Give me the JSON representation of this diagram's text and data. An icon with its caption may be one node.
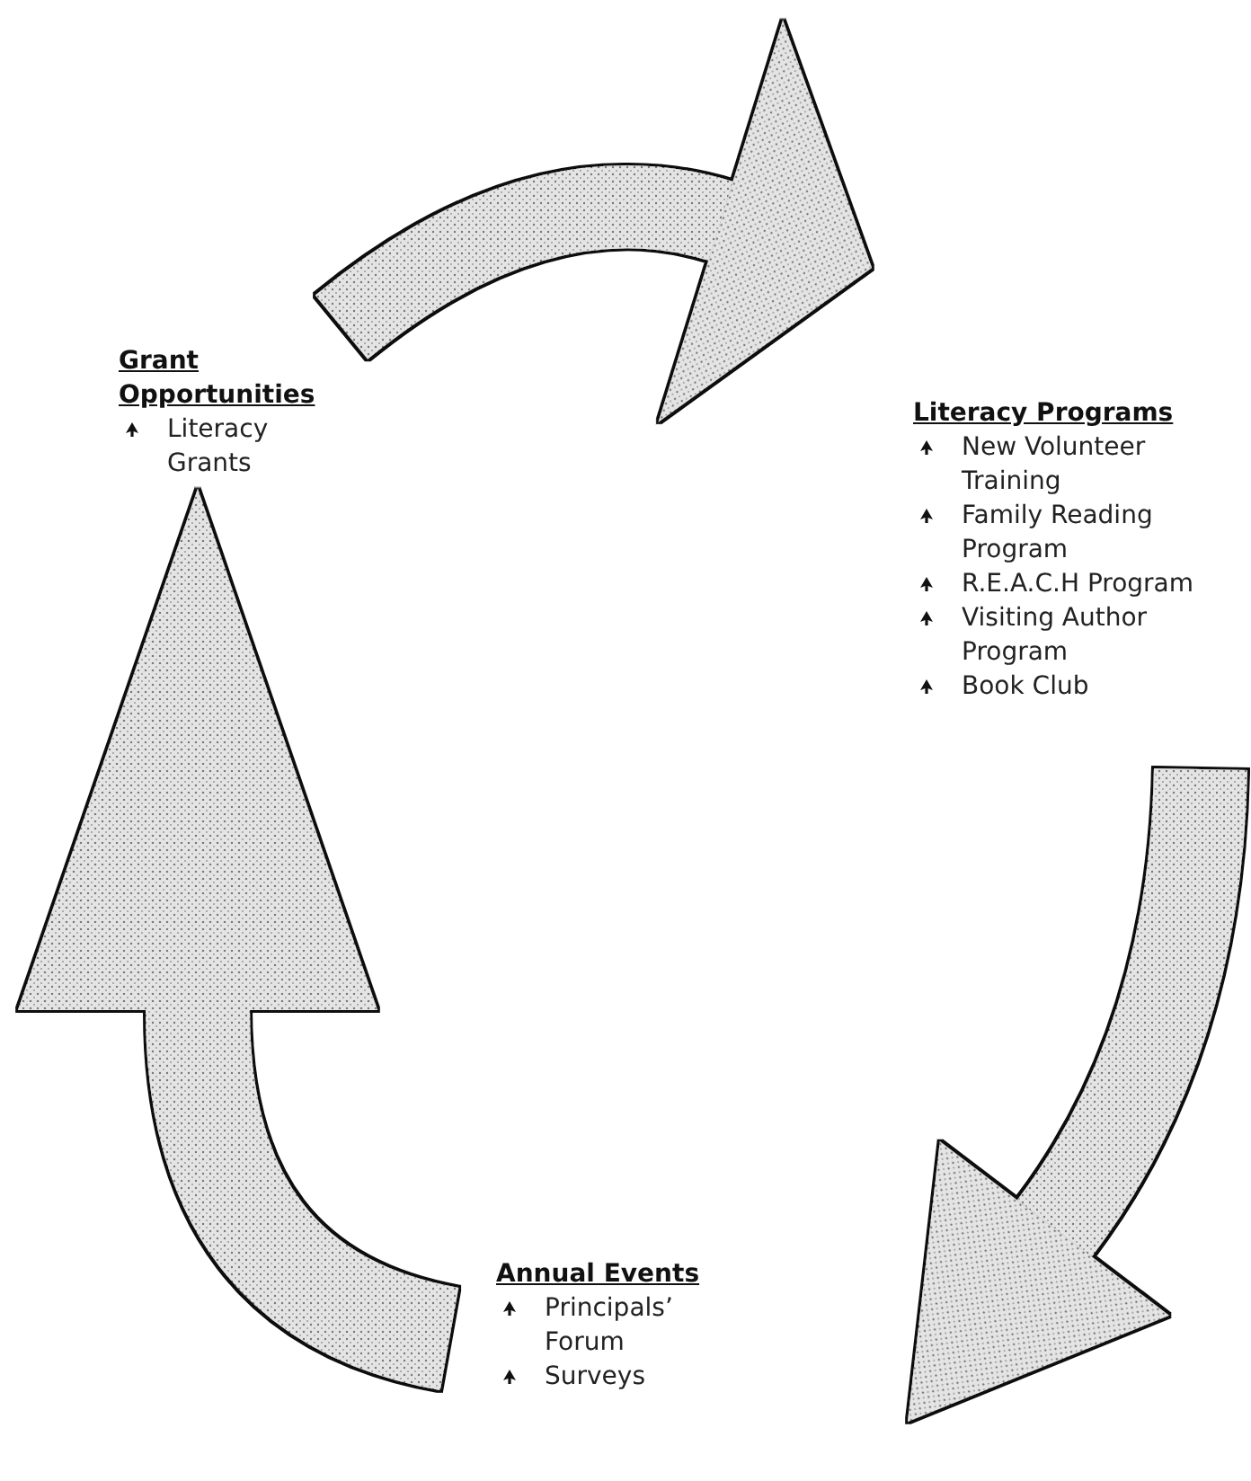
{
  "diagram": {
    "nodes": [
      {
        "text": [
          "Grant Opportunities",
          "Literacy Grants"
        ]
      },
      {
        "text": [
          "Literacy Programs",
          "New Volunteer Training",
          "Family Reading Program",
          "R.E.A.C.H Program",
          "Visiting Author Program",
          "Book Club"
        ]
      },
      {
        "text": [
          "Annual Events",
          "Principals’ Forum",
          "Surveys"
        ]
      }
    ],
    "edges": [
      {
        "from": 0,
        "to": 1,
        "arrow": "to"
      },
      {
        "from": 1,
        "to": 2,
        "arrow": "to"
      },
      {
        "from": 2,
        "to": 0,
        "arrow": "to"
      }
    ]
  }
}
